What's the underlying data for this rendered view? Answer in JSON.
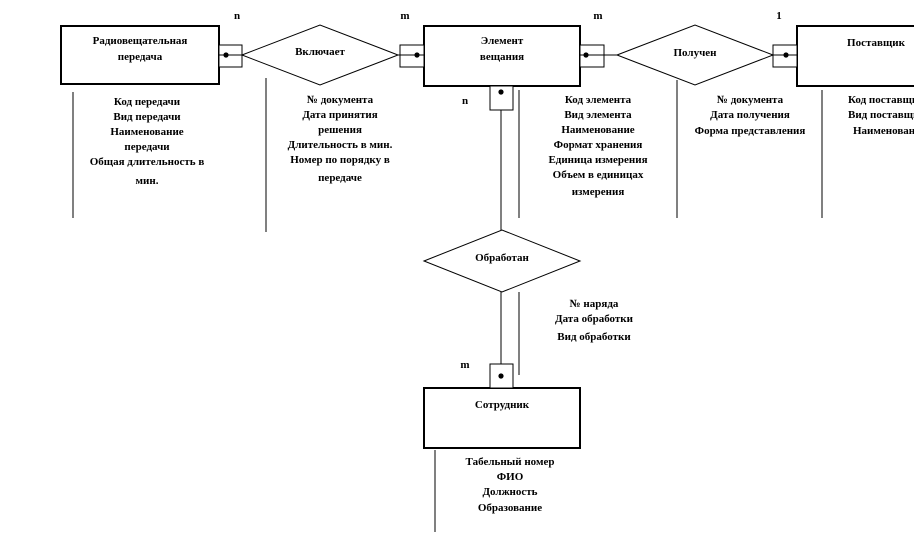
{
  "entities": [
    {
      "id": "radio",
      "lines": [
        "Радиовещательная",
        "передача"
      ]
    },
    {
      "id": "element",
      "lines": [
        "Элемент",
        "вещания"
      ]
    },
    {
      "id": "supplier",
      "lines": [
        "Поставщик"
      ]
    },
    {
      "id": "employee",
      "lines": [
        "Сотрудник"
      ]
    }
  ],
  "relations": [
    {
      "id": "includes",
      "label": "Включает"
    },
    {
      "id": "received",
      "label": "Получен"
    },
    {
      "id": "processed",
      "label": "Обработан"
    }
  ],
  "cardinalities": {
    "radio_includes": "n",
    "includes_element": "m",
    "element_received": "m",
    "received_supplier": "1",
    "element_processed": "n",
    "processed_employee": "m"
  },
  "attributes": {
    "radio": [
      "Код передачи",
      "Вид передачи",
      "Наименование",
      "передачи",
      "Общая длительность  в",
      "мин."
    ],
    "includes": [
      "№ документа",
      "Дата принятия",
      "решения",
      "Длительность  в мин.",
      "Номер по порядку в",
      "передаче"
    ],
    "element": [
      "Код элемента",
      "Вид элемента",
      "Наименование",
      "Формат хранения",
      "Единица  измерения",
      "Объем в единицах",
      "измерения"
    ],
    "received": [
      "№ документа",
      "Дата получения",
      "Форма представления"
    ],
    "supplier": [
      "Код поставщика",
      "Вид поставщика",
      "Наименование"
    ],
    "processed": [
      "№ наряда",
      "Дата обработки",
      "Вид обработки"
    ],
    "employee": [
      "Табельный номер",
      "ФИО",
      "Должность",
      "Образование"
    ]
  }
}
